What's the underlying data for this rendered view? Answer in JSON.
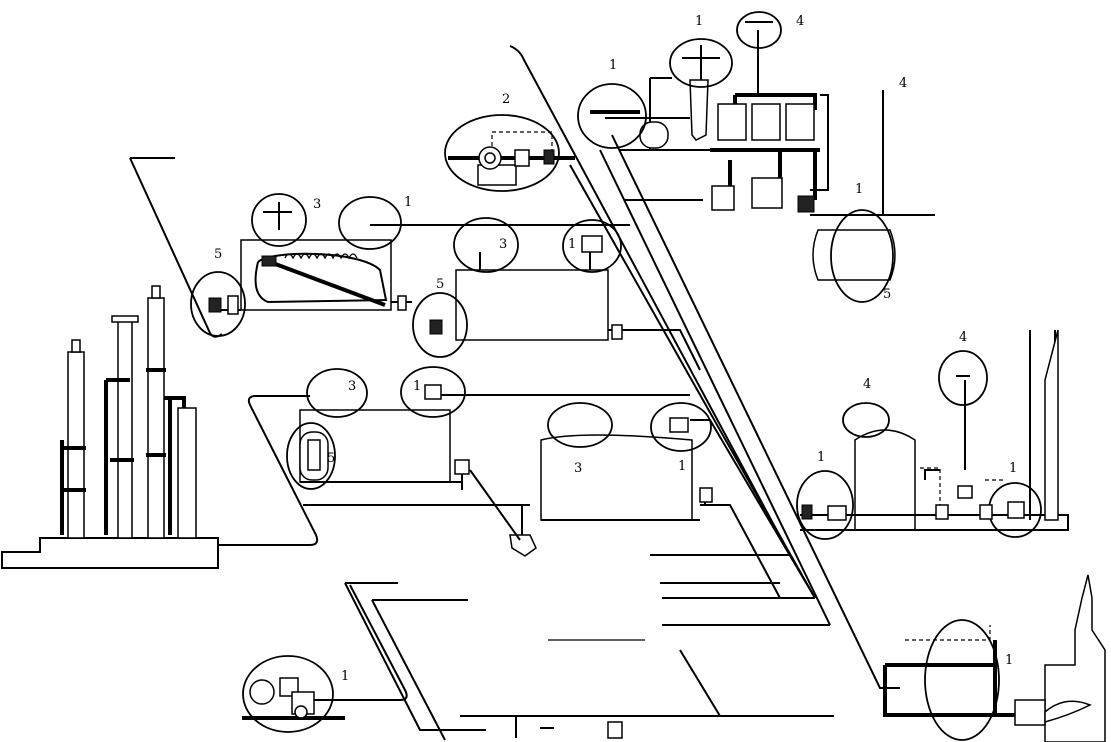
{
  "diagram": {
    "type": "process-flow-schematic",
    "callouts": [
      "1",
      "4",
      "1",
      "4",
      "2",
      "3",
      "1",
      "5",
      "3",
      "1",
      "5",
      "1",
      "5",
      "3",
      "1",
      "5",
      "3",
      "1",
      "4",
      "4",
      "1",
      "1",
      "1",
      "1"
    ]
  }
}
